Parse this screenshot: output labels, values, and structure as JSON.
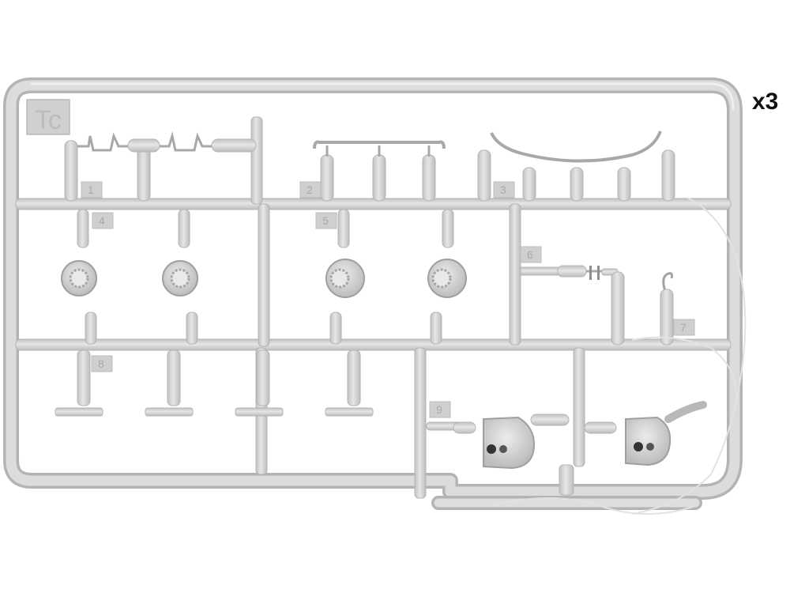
{
  "photo": {
    "sprue_code": "Tc",
    "quantity_label": "x3",
    "part_numbers": [
      "1",
      "2",
      "3",
      "4",
      "5",
      "6",
      "7",
      "8",
      "9"
    ]
  },
  "colors": {
    "background": "#ffffff",
    "plastic": "#d6d6d6",
    "plastic_edge": "#b8b8b8",
    "plastic_highlight": "#eaeaea",
    "plastic_shadow": "#a9a9a9",
    "hole": "#333333",
    "quantity_text": "#111111"
  }
}
